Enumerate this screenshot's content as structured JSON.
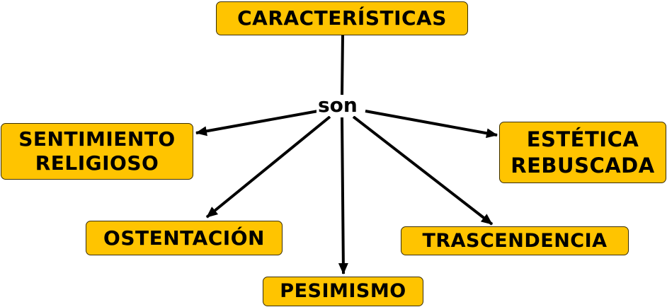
{
  "diagram": {
    "type": "concept-map",
    "colors": {
      "node_fill": "#ffc400",
      "node_border": "#3a2e00",
      "text": "#000000",
      "edge": "#000000",
      "background": "#ffffff"
    },
    "root": {
      "id": "caracteristicas",
      "label": "CARACTERÍSTICAS"
    },
    "linking_phrase": "son",
    "children": [
      {
        "id": "sentimiento-religioso",
        "lines": [
          "SENTIMIENTO",
          "RELIGIOSO"
        ]
      },
      {
        "id": "estetica-rebuscada",
        "lines": [
          "ESTÉTICA",
          "REBUSCADA"
        ]
      },
      {
        "id": "ostentacion",
        "lines": [
          "OSTENTACIÓN"
        ]
      },
      {
        "id": "pesimismo",
        "lines": [
          "PESIMISMO"
        ]
      },
      {
        "id": "trascendencia",
        "lines": [
          "TRASCENDENCIA"
        ]
      }
    ],
    "edges": [
      {
        "from": "caracteristicas",
        "to": "son"
      },
      {
        "from": "son",
        "to": "sentimiento-religioso"
      },
      {
        "from": "son",
        "to": "estetica-rebuscada"
      },
      {
        "from": "son",
        "to": "ostentacion"
      },
      {
        "from": "son",
        "to": "pesimismo"
      },
      {
        "from": "son",
        "to": "trascendencia"
      }
    ]
  }
}
